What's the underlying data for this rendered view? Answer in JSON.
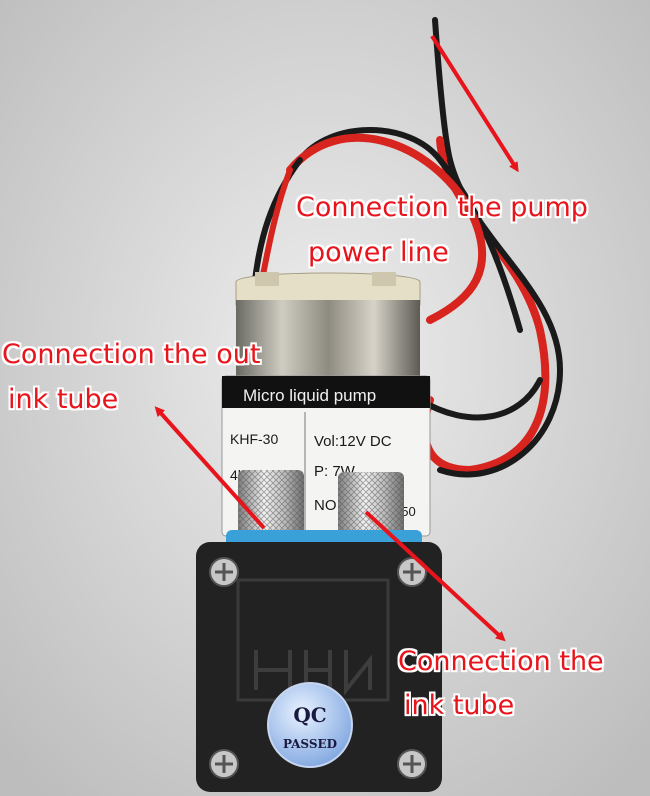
{
  "callouts": {
    "power": {
      "line1": "Connection the pump",
      "line2": "power line"
    },
    "out_tube": {
      "line1": "Connection the out",
      "line2": "ink tube"
    },
    "in_tube": {
      "line1": "Connection the",
      "line2": "ink tube"
    }
  },
  "pump_label": {
    "brand_text": "Micro liquid pump",
    "model_text": "KHF-30",
    "voltage_text": "Vol:12V  DC",
    "power_text": "P: 7W",
    "weight_text": "4kg",
    "no_text": "NO",
    "serial_text": "250"
  },
  "sticker": {
    "top": "QC",
    "bottom": "PASSED"
  },
  "colors": {
    "annotation_red": "#e8141c",
    "wire_red": "#d8241e",
    "wire_black": "#1a1a1a",
    "background": "#dcdcdc",
    "seal_blue": "#3aa0d8"
  },
  "icons": [
    "arrow-icon"
  ]
}
